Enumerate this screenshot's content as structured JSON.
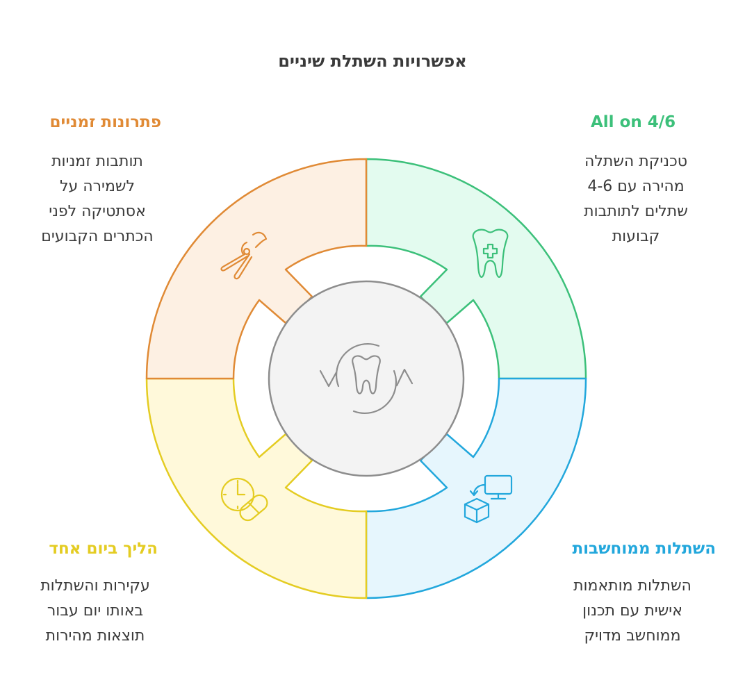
{
  "title": "אפשרויות השתלת שיניים",
  "colors": {
    "green": "#3cc07a",
    "green_fill": "#e3fbef",
    "blue": "#22a7dc",
    "blue_fill": "#e6f6fd",
    "yellow": "#e4cc22",
    "yellow_fill": "#fff9da",
    "orange": "#e08a35",
    "orange_fill": "#fdf0e3",
    "center_stroke": "#8d8d8d",
    "center_fill": "#f3f3f3"
  },
  "sections": {
    "top_right": {
      "heading": "All on 4/6",
      "lines": [
        "טכניקת השתלה",
        "מהירה עם 4-6",
        "שתלים לתותבות",
        "קבועות"
      ],
      "icon": "tooth-plus-icon"
    },
    "bottom_right": {
      "heading": "השתלות ממוחשבות",
      "lines": [
        "השתלות מותאמות",
        "אישית עם תכנון",
        "ממוחשב מדויק"
      ],
      "icon": "computer-box-icon"
    },
    "bottom_left": {
      "heading": "הליך ביום אחד",
      "lines": [
        "עקירות והשתלות",
        "באותו יום עבור",
        "תוצאות מהירות"
      ],
      "icon": "clock-pill-icon"
    },
    "top_left": {
      "heading": "פתרונות זמניים",
      "lines": [
        "תותבות זמניות",
        "לשמירה על",
        "אסתטיקה לפני",
        "הכתרים הקבועים"
      ],
      "icon": "pliers-icon"
    }
  },
  "center": {
    "icon": "tooth-cycle-icon"
  }
}
